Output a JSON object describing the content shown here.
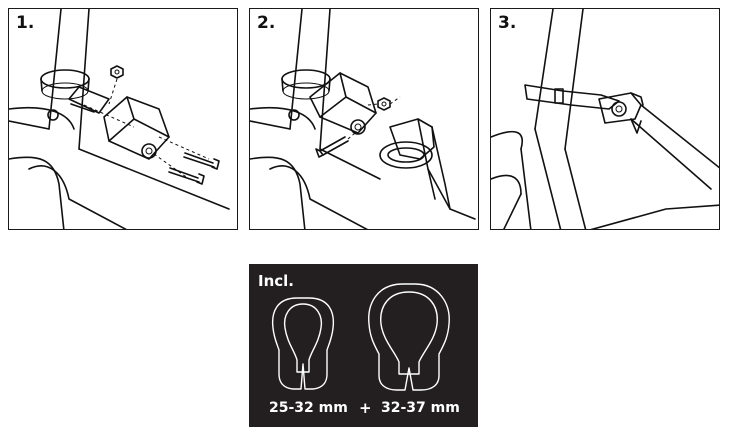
{
  "steps": [
    {
      "number": "1."
    },
    {
      "number": "2."
    },
    {
      "number": "3."
    }
  ],
  "included": {
    "title": "Incl.",
    "size_small": "25-32 mm",
    "plus": "+",
    "size_large": "32-37 mm"
  }
}
